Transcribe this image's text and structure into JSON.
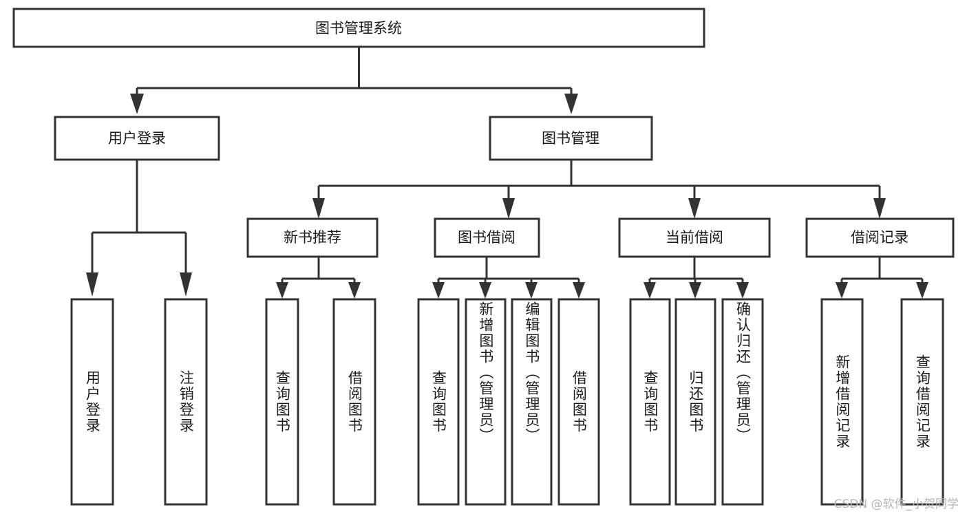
{
  "diagram": {
    "type": "tree-hierarchy",
    "orientation": "top-down",
    "title": "图书管理系统",
    "root": {
      "id": "root",
      "label": "图书管理系统"
    },
    "level2": [
      {
        "id": "user-login",
        "label": "用户登录"
      },
      {
        "id": "book-management",
        "label": "图书管理"
      }
    ],
    "level3": [
      {
        "id": "new-book-recommend",
        "label": "新书推荐",
        "parent": "book-management"
      },
      {
        "id": "book-borrow",
        "label": "图书借阅",
        "parent": "book-management"
      },
      {
        "id": "current-borrow",
        "label": "当前借阅",
        "parent": "book-management"
      },
      {
        "id": "borrow-record",
        "label": "借阅记录",
        "parent": "book-management"
      }
    ],
    "leaves": {
      "user-login": [
        {
          "id": "leaf-user-login",
          "label": "用户登录"
        },
        {
          "id": "leaf-user-logout",
          "label": "注销登录"
        }
      ],
      "new-book-recommend": [
        {
          "id": "leaf-query-book-1",
          "label": "查询图书"
        },
        {
          "id": "leaf-borrow-book-1",
          "label": "借阅图书"
        }
      ],
      "book-borrow": [
        {
          "id": "leaf-query-book-2",
          "label": "查询图书"
        },
        {
          "id": "leaf-add-book",
          "label": "新增图书（管理员）"
        },
        {
          "id": "leaf-edit-book",
          "label": "编辑图书（管理员）"
        },
        {
          "id": "leaf-borrow-book-2",
          "label": "借阅图书"
        }
      ],
      "current-borrow": [
        {
          "id": "leaf-query-book-3",
          "label": "查询图书"
        },
        {
          "id": "leaf-return-book",
          "label": "归还图书"
        },
        {
          "id": "leaf-confirm-return",
          "label": "确认归还（管理员）"
        }
      ],
      "borrow-record": [
        {
          "id": "leaf-add-record",
          "label": "新增借阅记录"
        },
        {
          "id": "leaf-query-record",
          "label": "查询借阅记录"
        }
      ]
    },
    "colors": {
      "stroke": "#333333",
      "fill": "#ffffff",
      "text": "#1a1a1a",
      "watermark": "#b5b5b5"
    }
  },
  "watermark": {
    "text": "CSDN @软件_小贺同学"
  }
}
